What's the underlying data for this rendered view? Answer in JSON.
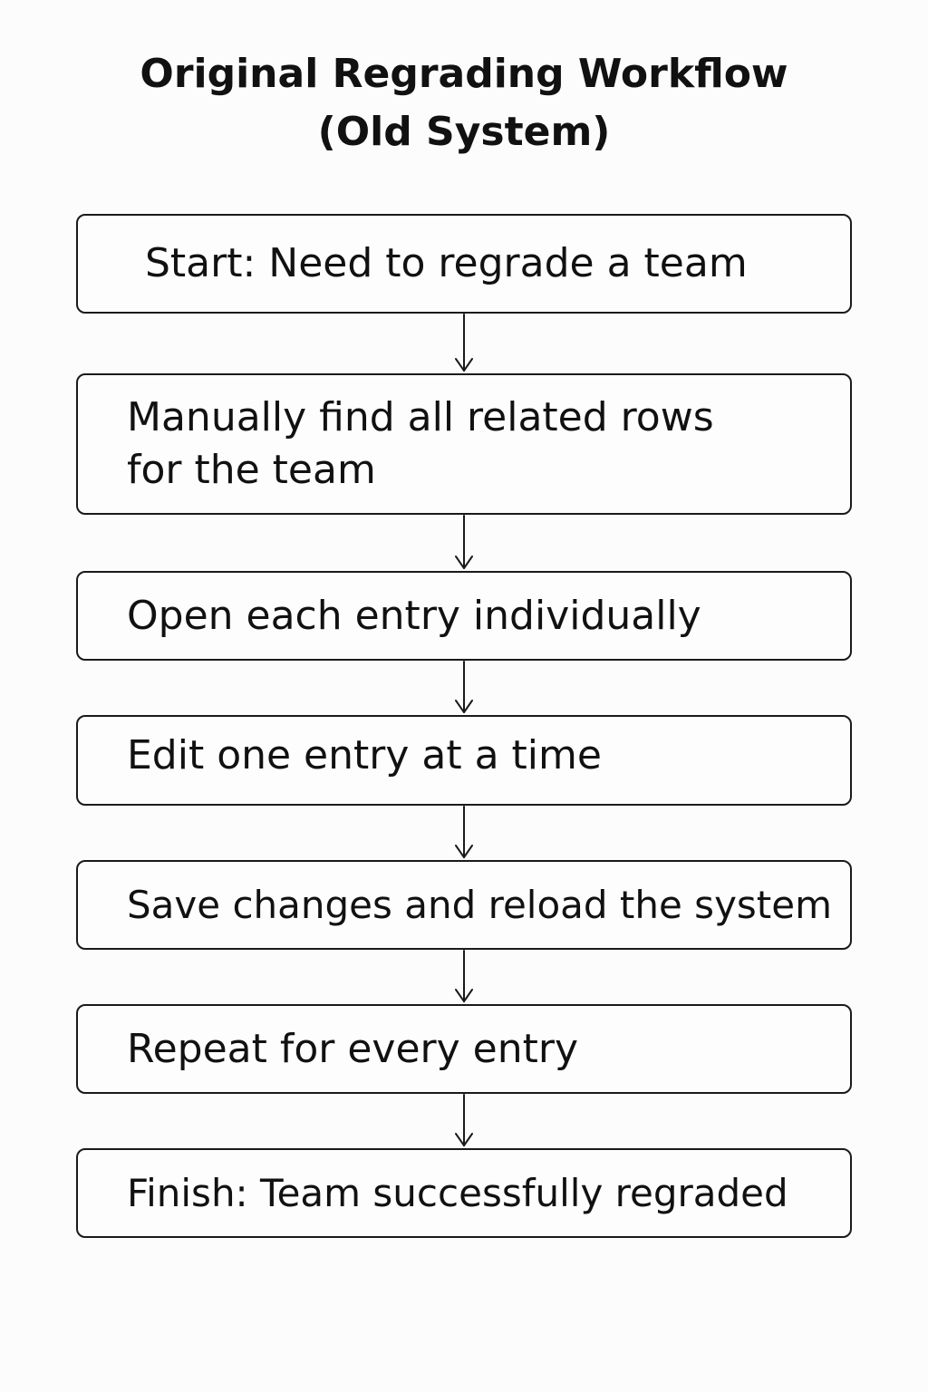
{
  "diagram": {
    "title_line1": "Original Regrading Workflow",
    "title_line2": "(Old System)",
    "steps": [
      {
        "label": "Start: Need to regrade a team"
      },
      {
        "label": "Manually find all related rows\nfor the team"
      },
      {
        "label": "Open each entry individually"
      },
      {
        "label": "Edit one entry at a time"
      },
      {
        "label": "Save changes and reload the system"
      },
      {
        "label": "Repeat for every entry"
      },
      {
        "label": "Finish: Team successfully regraded"
      }
    ]
  },
  "colors": {
    "background": "#fcfcfc",
    "stroke": "#1a1a1a",
    "text": "#111111"
  }
}
